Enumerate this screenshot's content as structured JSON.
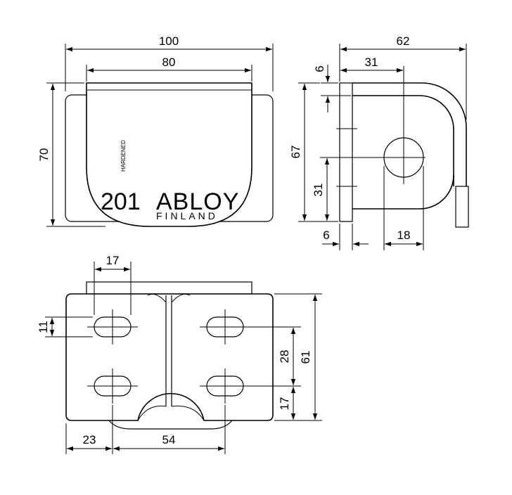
{
  "dimensions": {
    "front_total_width": "100",
    "front_body_width": "80",
    "front_height": "70",
    "side_total_width": "62",
    "side_hole_offset": "31",
    "side_wall_thickness_top": "6",
    "side_height": "67",
    "side_hole_height": "31",
    "side_wall_thickness_bottom": "6",
    "side_hole_diameter": "18",
    "slot_width": "17",
    "slot_height": "11",
    "slot_spacing_vertical": "28",
    "plate_height": "61",
    "slot_offset_bottom": "17",
    "slot_offset_left": "23",
    "slot_spacing_horizontal": "54"
  },
  "logo": {
    "model": "201",
    "brand": "ABLOY",
    "country": "FINLAND",
    "stamp": "HARDENED"
  }
}
